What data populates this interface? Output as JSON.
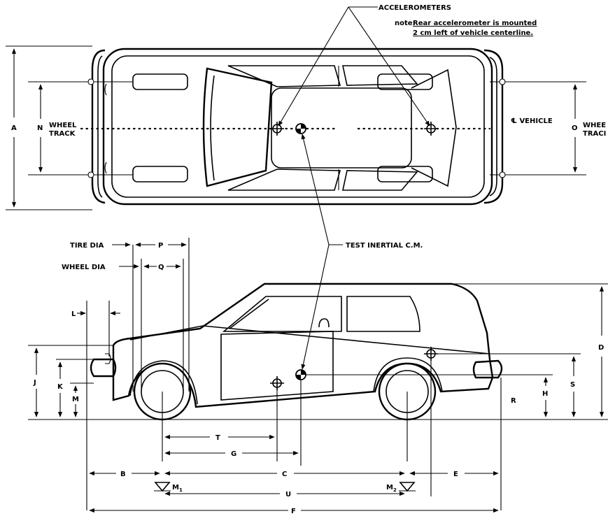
{
  "labels": {
    "accelerometers": "ACCELEROMETERS",
    "note_prefix": "note:",
    "note_line1": "Rear accelerometer is mounted",
    "note_line2": "2 cm left of vehicle centerline.",
    "wheel_left": "WHEEL",
    "track_left": "TRACK",
    "wheel_right": "WHEE",
    "track_right": "TRACI",
    "vehicle_cl": "℄ VEHICLE",
    "tire_dia": "TIRE DIA",
    "wheel_dia": "WHEEL DIA",
    "test_cm": "TEST INERTIAL C.M.",
    "m1": "M",
    "m1_sub": "1",
    "m2": "M",
    "m2_sub": "2"
  },
  "dims": {
    "A": "A",
    "N": "N",
    "O": "O",
    "P": "P",
    "Q": "Q",
    "L": "L",
    "J": "J",
    "K": "K",
    "M": "M",
    "D": "D",
    "S": "S",
    "H": "H",
    "R": "R",
    "T": "T",
    "G": "G",
    "B": "B",
    "C": "C",
    "E": "E",
    "U": "U",
    "F": "F"
  }
}
